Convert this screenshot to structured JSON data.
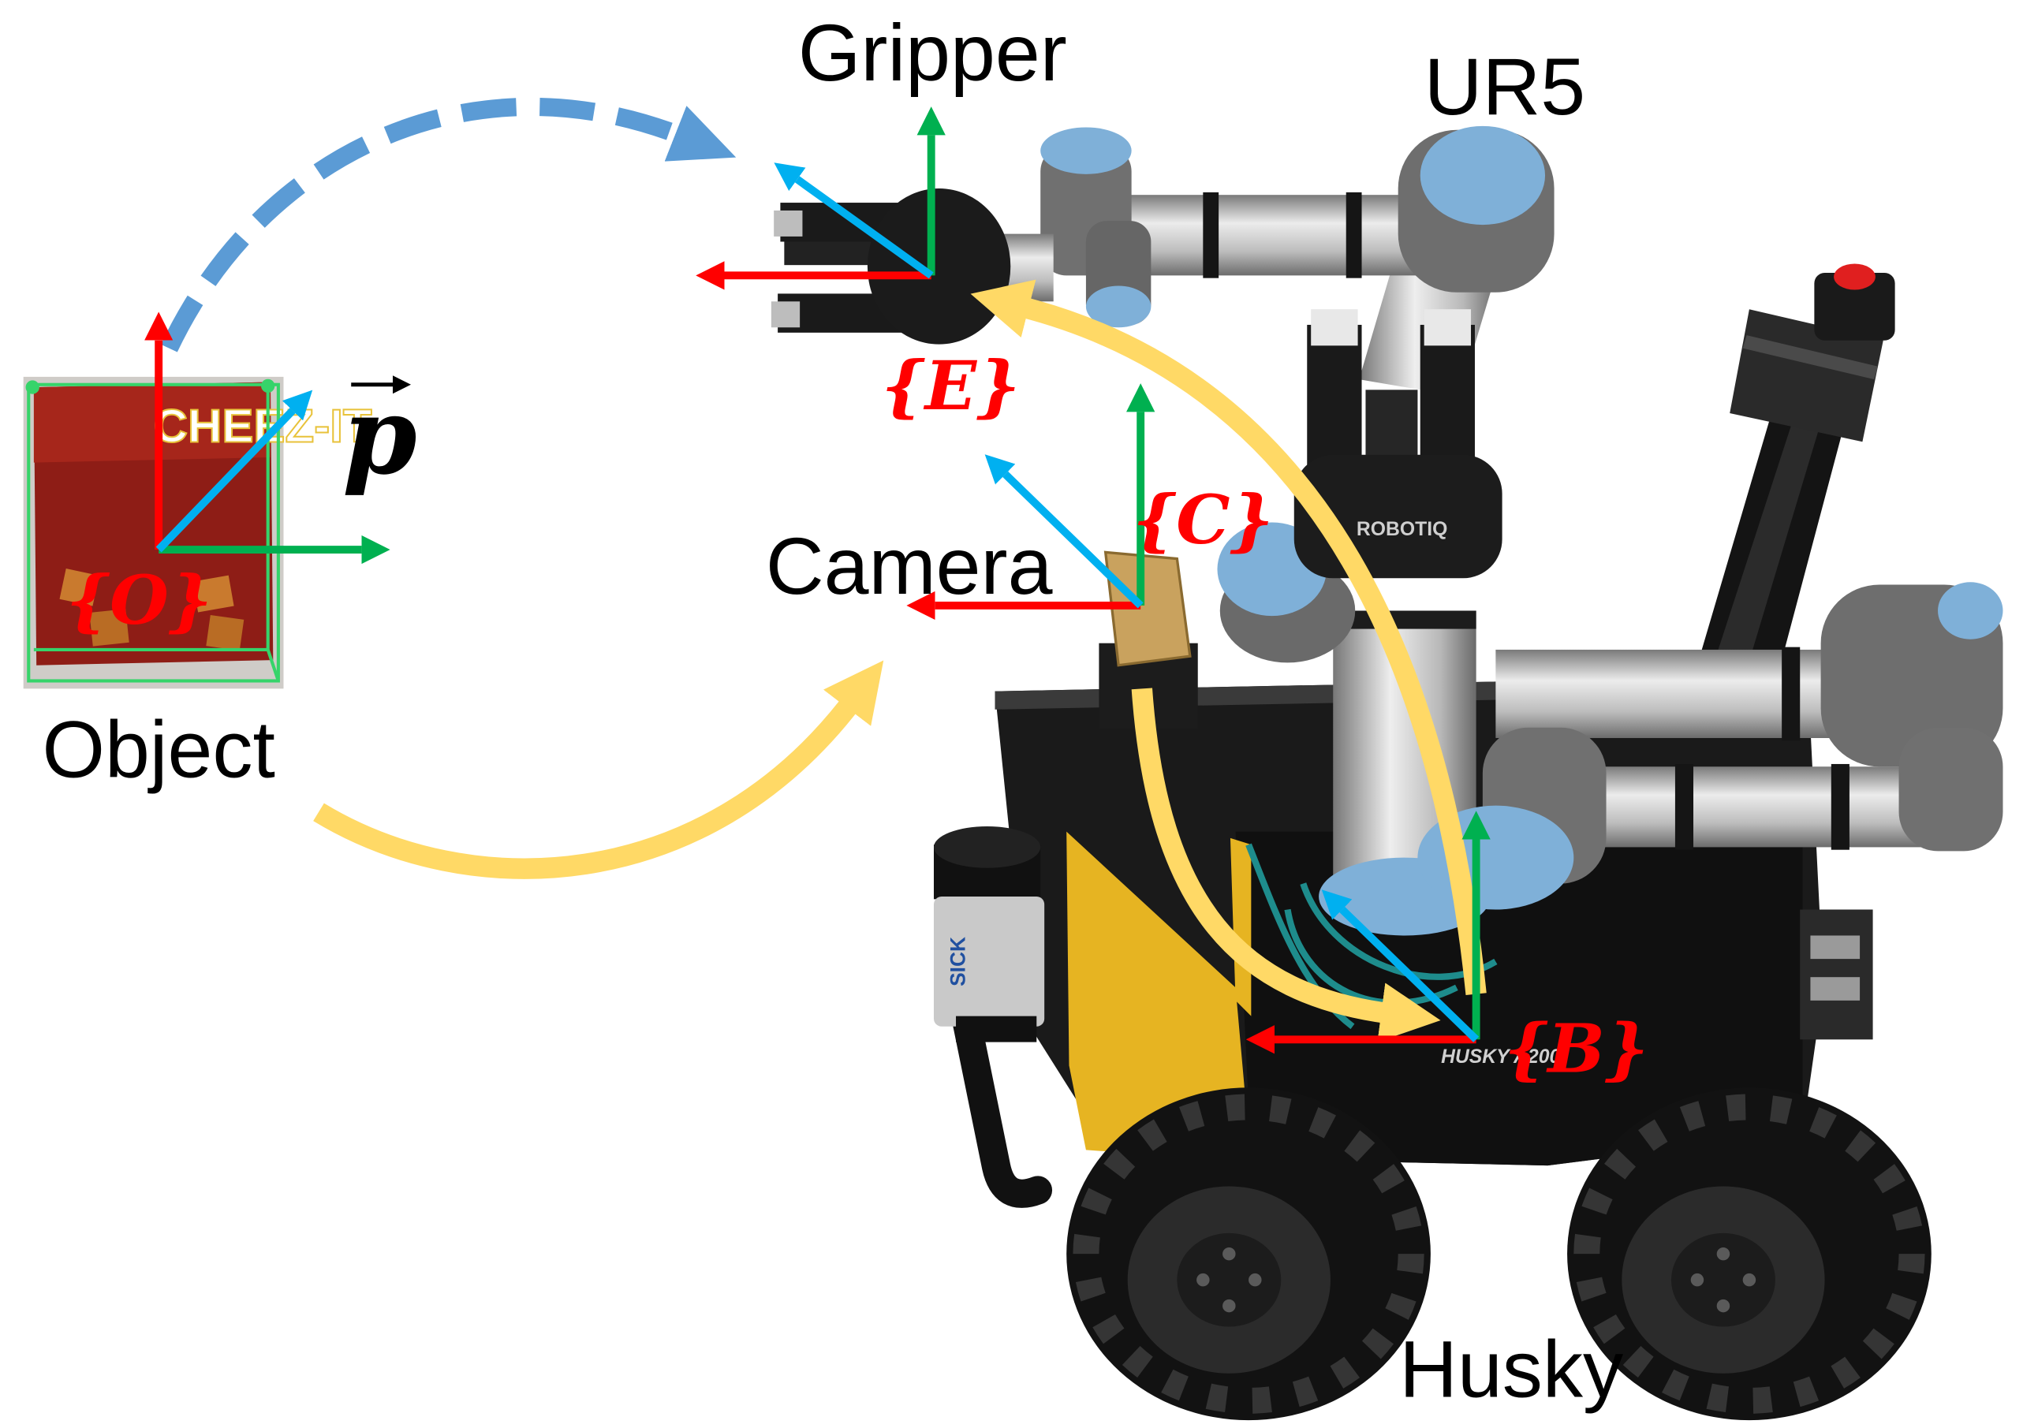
{
  "figure": {
    "labels": {
      "gripper": "Gripper",
      "ur5": "UR5",
      "camera": "Camera",
      "object": "Object",
      "husky": "Husky"
    },
    "frames": {
      "end_effector": "{E}",
      "camera": "{C}",
      "object": "{O}",
      "base": "{B}"
    },
    "vector_label": "p",
    "photo_text": {
      "object_box": "CHEEZ-IT",
      "gripper_brand": "ROBOTIQ",
      "lidar_brand": "SICK",
      "base_model": "HUSKY A200"
    }
  },
  "colors": {
    "axis_red": "#FF0000",
    "axis_green": "#00B050",
    "axis_blue": "#00B0F0",
    "grasp_path": "#5B9BD5",
    "transform_path": "#FFD966",
    "frame_label": "#FF0000",
    "robot_joint_cap": "#7FB0D8",
    "chassis_panel": "#E6B422"
  }
}
